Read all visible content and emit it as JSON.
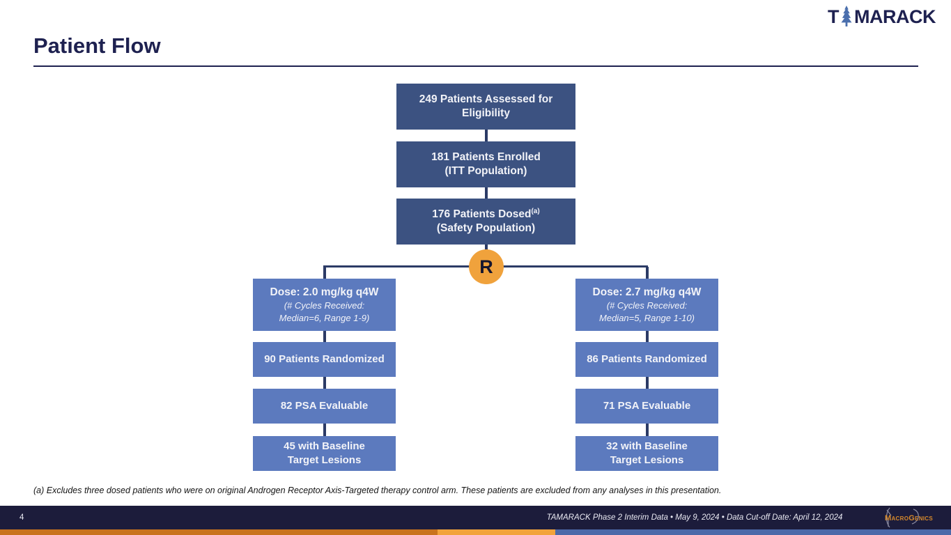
{
  "brand": {
    "prefix": "T",
    "suffix": "MARACK"
  },
  "title": "Patient Flow",
  "flowchart": {
    "top_boxes": [
      {
        "line1": "249 Patients Assessed for",
        "line2": "Eligibility"
      },
      {
        "line1": "181 Patients Enrolled",
        "line2": "(ITT Population)"
      },
      {
        "line1": "176 Patients Dosed",
        "superscript": "(a)",
        "line2": "(Safety Population)"
      }
    ],
    "randomization_symbol": "R",
    "arms": [
      {
        "dose_title": "Dose: 2.0 mg/kg q4W",
        "dose_sub_line1": "(# Cycles Received:",
        "dose_sub_line2": "Median=6, Range 1-9)",
        "randomized": "90 Patients Randomized",
        "psa_evaluable": "82 PSA Evaluable",
        "baseline_line1": "45 with Baseline",
        "baseline_line2": "Target Lesions"
      },
      {
        "dose_title": "Dose: 2.7 mg/kg q4W",
        "dose_sub_line1": "(# Cycles Received:",
        "dose_sub_line2": "Median=5, Range 1-10)",
        "randomized": "86 Patients Randomized",
        "psa_evaluable": "71 PSA Evaluable",
        "baseline_line1": "32 with Baseline",
        "baseline_line2": "Target Lesions"
      }
    ]
  },
  "footnote": "(a) Excludes three dosed patients who were on original Androgen Receptor Axis-Targeted therapy control arm. These patients are excluded from any analyses in this presentation.",
  "footer": {
    "page_number": "4",
    "center_text": "TAMARACK Phase 2 Interim Data • May 9, 2024 • Data Cut-off Date: April 12, 2024",
    "logo_part1": "Macro",
    "logo_part2": "Genics"
  },
  "colors": {
    "top_box": "#3C5281",
    "arm_box": "#5C7ABE",
    "connector": "#2C3B66",
    "randomization_circle": "#F0A23C",
    "title_navy": "#1E2150",
    "footer_bar": "#1C1C3B",
    "strip_dark_orange": "#C9731D",
    "strip_amber": "#F2A33B",
    "strip_blue": "#4C69A9",
    "tree_blue": "#4A6FAD",
    "macrogenics_orange": "#D6892B"
  }
}
